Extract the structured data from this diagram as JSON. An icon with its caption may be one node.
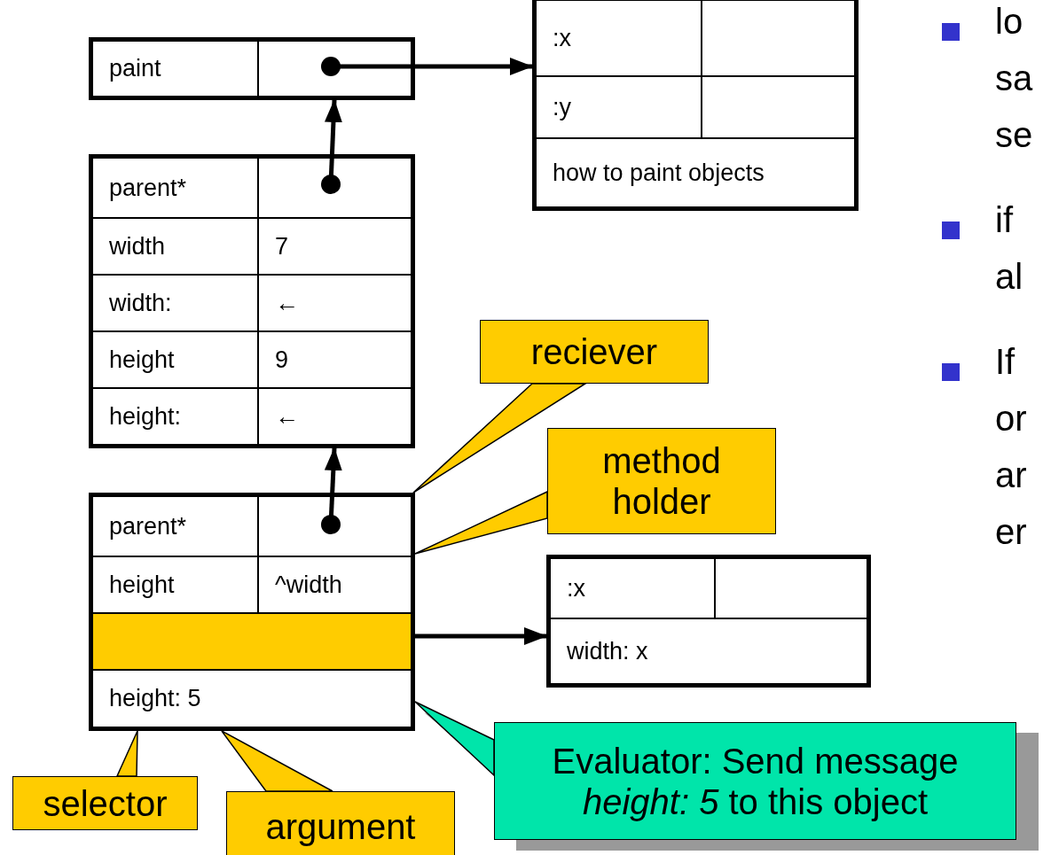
{
  "diagram": {
    "nodes": [
      {
        "text": [
          "paint"
        ]
      },
      {
        "text": [
          ":x",
          ":y",
          "how to paint objects"
        ]
      },
      {
        "text": [
          "parent*",
          "width",
          "7",
          "width:",
          "←",
          "height",
          "9",
          "height:",
          "←"
        ]
      },
      {
        "text": [
          "parent*",
          "height",
          "^width",
          "height: 5"
        ]
      },
      {
        "text": [
          ":x",
          "width: x"
        ]
      },
      {
        "text": [
          "reciever"
        ]
      },
      {
        "text": [
          "method holder"
        ]
      },
      {
        "text": [
          "selector"
        ]
      },
      {
        "text": [
          "argument"
        ]
      },
      {
        "text": [
          "Evaluator: Send message *height: 5* to this object"
        ]
      }
    ],
    "edges": [
      {
        "from": 0,
        "to": 1,
        "arrow": "to",
        "style": "thick"
      },
      {
        "from": 2,
        "to": 0,
        "arrow": "to",
        "style": "thick"
      },
      {
        "from": 3,
        "to": 2,
        "arrow": "to",
        "style": "thick"
      },
      {
        "from": 3,
        "to": 4,
        "arrow": "to",
        "style": "thick"
      },
      {
        "from": 5,
        "to": 3,
        "arrow": "none"
      },
      {
        "from": 6,
        "to": 3,
        "arrow": "none"
      },
      {
        "from": 7,
        "to": 3,
        "arrow": "none"
      },
      {
        "from": 8,
        "to": 3,
        "arrow": "none"
      },
      {
        "from": 9,
        "to": 3,
        "arrow": "none"
      }
    ],
    "labels": [
      "lo",
      "sa",
      "se",
      "if",
      "al",
      "If",
      "or",
      "ar",
      "er"
    ]
  }
}
